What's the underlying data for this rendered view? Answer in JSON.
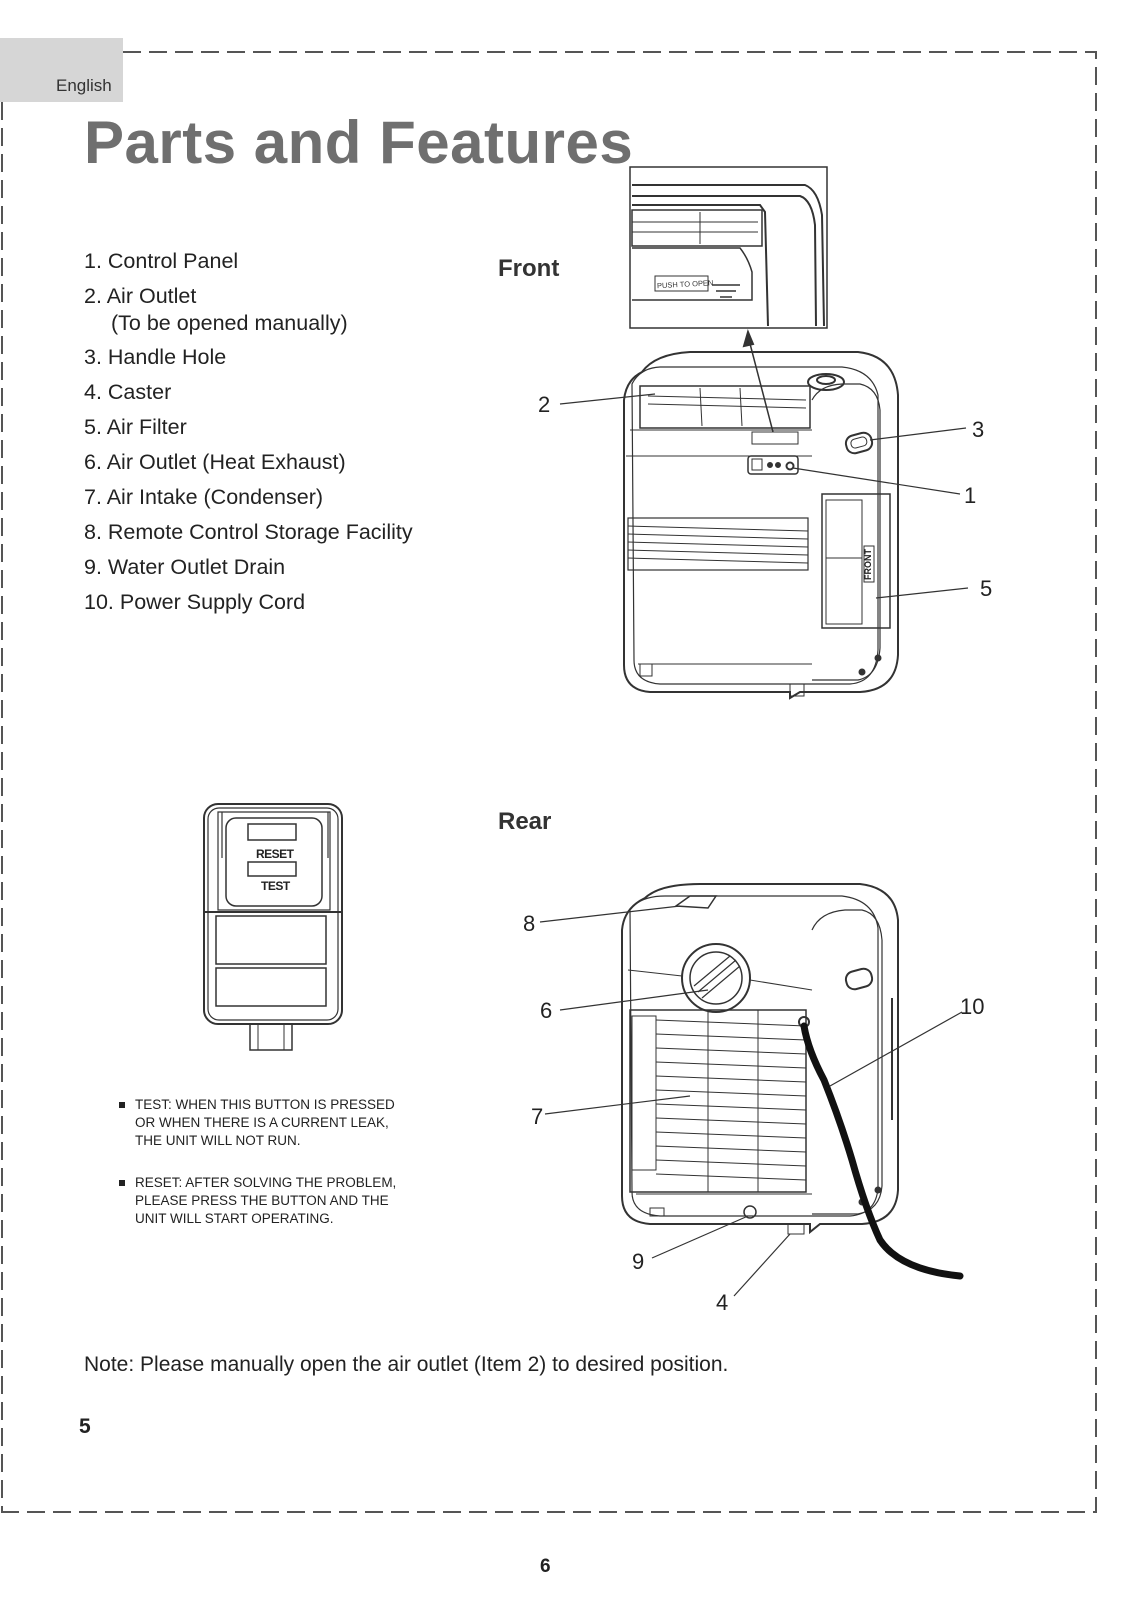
{
  "header": {
    "language": "English",
    "title": "Parts and Features"
  },
  "parts": [
    {
      "label": "1. Control Panel"
    },
    {
      "label": "2. Air Outlet",
      "sub": "(To be opened manually)"
    },
    {
      "label": "3. Handle Hole"
    },
    {
      "label": "4. Caster"
    },
    {
      "label": "5. Air Filter"
    },
    {
      "label": "6. Air Outlet (Heat Exhaust)"
    },
    {
      "label": "7. Air Intake (Condenser)"
    },
    {
      "label": "8. Remote Control Storage Facility"
    },
    {
      "label": "9. Water Outlet Drain"
    },
    {
      "label": "10. Power Supply Cord"
    }
  ],
  "front": {
    "heading": "Front",
    "inset_label": "PUSH TO OPEN",
    "filter_label": "FRONT",
    "callouts": {
      "c1": "1",
      "c2": "2",
      "c3": "3",
      "c5": "5"
    }
  },
  "rear": {
    "heading": "Rear",
    "callouts": {
      "c4": "4",
      "c6": "6",
      "c7": "7",
      "c8": "8",
      "c9": "9",
      "c10": "10"
    }
  },
  "plug": {
    "reset_label": "RESET",
    "test_label": "TEST"
  },
  "plug_notes": [
    "TEST: WHEN THIS BUTTON IS PRESSED OR WHEN THERE IS A CURRENT LEAK, THE UNIT WILL NOT RUN.",
    "RESET: AFTER SOLVING THE PROBLEM, PLEASE PRESS THE BUTTON AND THE UNIT WILL START OPERATING."
  ],
  "footer": {
    "note": "Note: Please manually open the air outlet (Item 2) to desired position.",
    "inner_page_number": "5",
    "outer_page_number": "6"
  }
}
